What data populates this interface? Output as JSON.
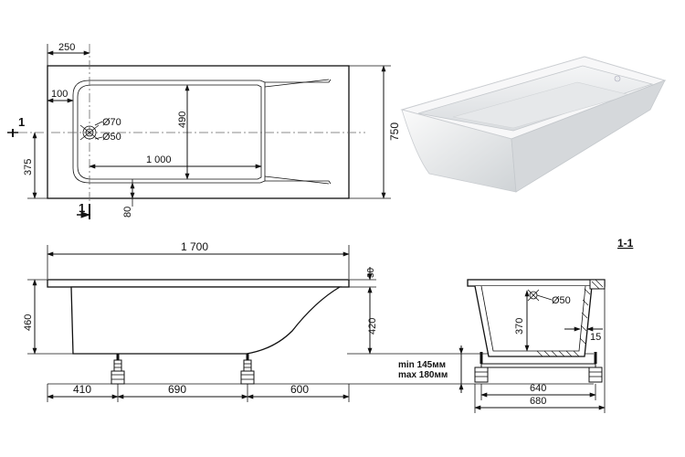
{
  "plan_view": {
    "dim_edge_offset": "250",
    "dim_rim": "100",
    "dim_inner_width": "490",
    "dim_drain_offset": "375",
    "dim_inner_length": "1 000",
    "dim_overall_width": "750",
    "dim_drain_gap": "80",
    "overflow_label": "Ø70",
    "drain_label": "Ø50",
    "section_mark": "1"
  },
  "side_view": {
    "dim_length": "1 700",
    "dim_height": "460",
    "dim_rim": "30",
    "dim_depth": "420",
    "dim_leg_left": "410",
    "dim_leg_mid": "690",
    "dim_leg_right": "600",
    "leg_min": "min 145мм",
    "leg_max": "max 180мм"
  },
  "section_view": {
    "title": "1-1",
    "dim_depth": "370",
    "drain_label": "Ø50",
    "dim_wall": "15",
    "dim_inner": "640",
    "dim_outer": "680"
  }
}
